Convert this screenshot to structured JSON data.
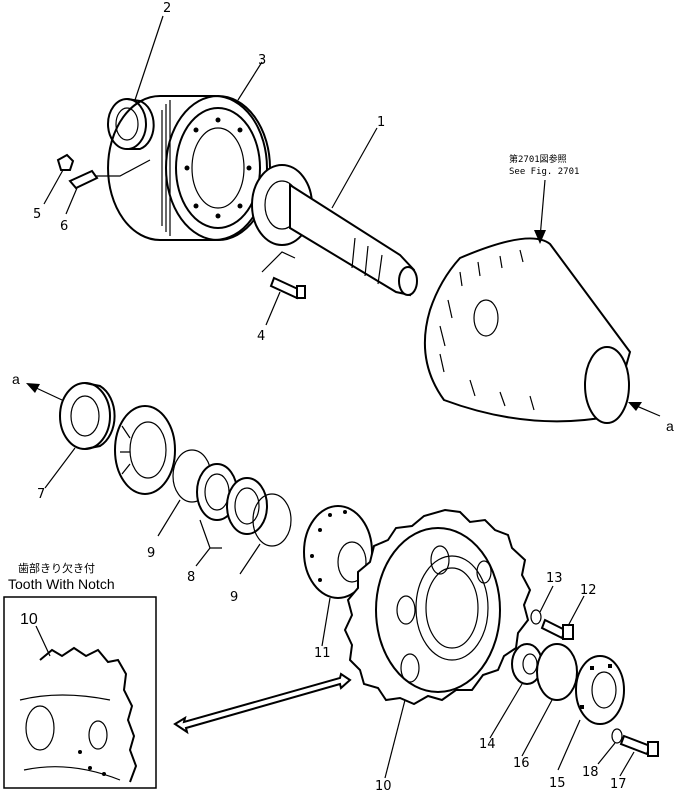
{
  "labels": {
    "p1": "1",
    "p2": "2",
    "p3": "3",
    "p4": "4",
    "p5": "5",
    "p6": "6",
    "p7": "7",
    "p8": "8",
    "p9a": "9",
    "p9b": "9",
    "p10": "10",
    "p11": "11",
    "p12": "12",
    "p13": "13",
    "p14": "14",
    "p15": "15",
    "p16": "16",
    "p17": "17",
    "p18": "18",
    "a_left": "a",
    "a_right": "a"
  },
  "reference": {
    "jp": "第2701図参照",
    "en": "See Fig. 2701"
  },
  "inset": {
    "title_jp": "歯部きり欠き付",
    "title_en": "Tooth With Notch",
    "part": "10"
  }
}
